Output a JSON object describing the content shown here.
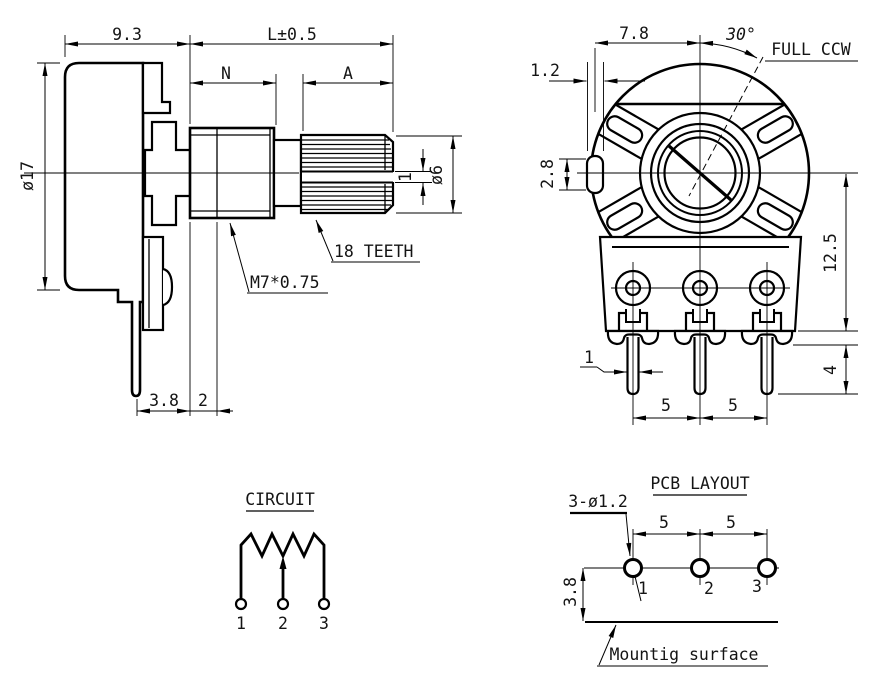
{
  "side_view": {
    "dim_body_depth": "9.3",
    "dim_length": "L±0.5",
    "dim_bushing": "N",
    "dim_shaft_work": "A",
    "dim_body_dia": "ø17",
    "dim_shaft_dia": "ø6",
    "dim_slot_width": "1",
    "teeth_note": "18 TEETH",
    "thread_note": "M7*0.75",
    "dim_pin_offset": "3.8",
    "dim_collar": "2"
  },
  "front_view": {
    "dim_tab_offset": "7.8",
    "dim_angle": "30°",
    "rotation_note": "FULL CCW",
    "dim_tab_width": "1.2",
    "dim_tab_height": "2.8",
    "dim_center_to_seat": "12.5",
    "dim_pin_length": "4",
    "dim_pin_width": "1",
    "dim_pitch_left": "5",
    "dim_pitch_right": "5"
  },
  "circuit": {
    "title": "CIRCUIT",
    "pin_labels": [
      "1",
      "2",
      "3"
    ]
  },
  "pcb_layout": {
    "title": "PCB LAYOUT",
    "hole_note": "3-ø1.2",
    "dim_pitch_left": "5",
    "dim_pitch_right": "5",
    "dim_offset": "3.8",
    "pin_labels": [
      "1",
      "2",
      "3"
    ],
    "surface_note": "Mountig surface"
  }
}
